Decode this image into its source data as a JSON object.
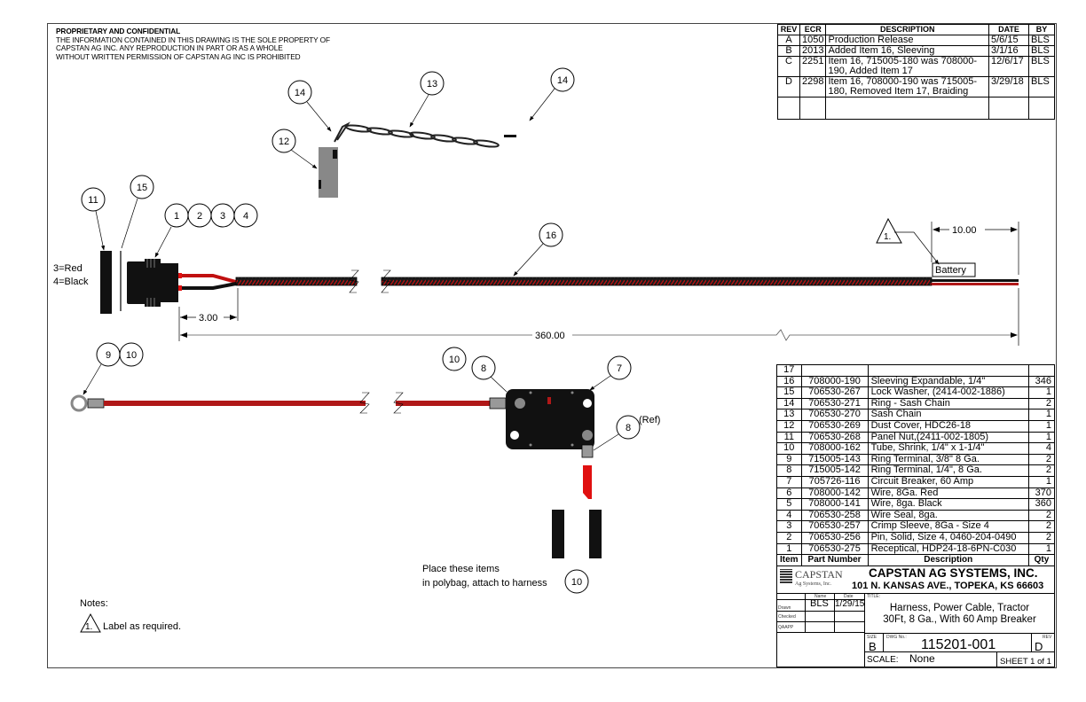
{
  "proprietary": {
    "heading": "PROPRIETARY AND CONFIDENTIAL",
    "lines": [
      "THE INFORMATION CONTAINED IN THIS DRAWING IS THE SOLE PROPERTY OF",
      "CAPSTAN AG INC. ANY REPRODUCTION IN PART OR AS A WHOLE",
      "WITHOUT WRITTEN PERMISSION OF CAPSTAN AG INC IS PROHIBITED"
    ]
  },
  "revision_table": {
    "headers": [
      "REV",
      "ECR",
      "DESCRIPTION",
      "DATE",
      "BY"
    ],
    "rows": [
      {
        "rev": "A",
        "ecr": "1050",
        "description": "Production Release",
        "date": "5/6/15",
        "by": "BLS"
      },
      {
        "rev": "B",
        "ecr": "2013",
        "description": "Added Item 16, Sleeving",
        "date": "3/1/16",
        "by": "BLS"
      },
      {
        "rev": "C",
        "ecr": "2251",
        "description": "Item 16, 715005-180 was 708000-190, Added Item 17",
        "date": "12/6/17",
        "by": "BLS"
      },
      {
        "rev": "D",
        "ecr": "2298",
        "description": "Item 16, 708000-190 was 715005-180, Removed Item 17, Braiding",
        "date": "3/29/18",
        "by": "BLS"
      }
    ]
  },
  "drawing": {
    "balloons": {
      "b11": "11",
      "b15": "15",
      "b1": "1",
      "b2": "2",
      "b3": "3",
      "b4": "4",
      "b12": "12",
      "b14a": "14",
      "b13": "13",
      "b14b": "14",
      "b16": "16",
      "b9": "9",
      "b10a": "10",
      "b10b": "10",
      "b8a": "8",
      "b7": "7",
      "b8b": "8",
      "b10c": "10"
    },
    "pin_labels": [
      "3=Red",
      "4=Black"
    ],
    "dim_3": "3.00",
    "dim_360": "360.00",
    "dim_10": "10.00",
    "battery_label": "Battery",
    "note_flag": "1.",
    "ref_label": "(Ref)",
    "polybag_note": [
      "Place these items",
      "in polybag, attach to harness"
    ],
    "colors": {
      "red_wire": "#b01818",
      "black_wire": "#111111",
      "sleeve_red": "#c01010",
      "terminal_gray": "#999999"
    }
  },
  "notes": {
    "heading": "Notes:",
    "flag": "1.",
    "text": "Label as required."
  },
  "bom": {
    "headers": [
      "Item",
      "Part Number",
      "Description",
      "Qty"
    ],
    "rows": [
      {
        "item": "17",
        "part": "",
        "desc": "",
        "qty": ""
      },
      {
        "item": "16",
        "part": "708000-190",
        "desc": "Sleeving Expandable, 1/4\"",
        "qty": "346"
      },
      {
        "item": "15",
        "part": "706530-267",
        "desc": "Lock Washer, (2414-002-1886)",
        "qty": "1"
      },
      {
        "item": "14",
        "part": "706530-271",
        "desc": "Ring - Sash Chain",
        "qty": "2"
      },
      {
        "item": "13",
        "part": "706530-270",
        "desc": "Sash Chain",
        "qty": "1"
      },
      {
        "item": "12",
        "part": "706530-269",
        "desc": "Dust Cover, HDC26-18",
        "qty": "1"
      },
      {
        "item": "11",
        "part": "706530-268",
        "desc": "Panel Nut,(2411-002-1805)",
        "qty": "1"
      },
      {
        "item": "10",
        "part": "708000-162",
        "desc": "Tube, Shrink, 1/4\" x 1-1/4\"",
        "qty": "4"
      },
      {
        "item": "9",
        "part": "715005-143",
        "desc": "Ring Terminal, 3/8\" 8 Ga.",
        "qty": "2"
      },
      {
        "item": "8",
        "part": "715005-142",
        "desc": "Ring Terminal, 1/4\", 8 Ga.",
        "qty": "2"
      },
      {
        "item": "7",
        "part": "705726-116",
        "desc": "Circuit Breaker, 60 Amp",
        "qty": "1"
      },
      {
        "item": "6",
        "part": "708000-142",
        "desc": "Wire, 8Ga. Red",
        "qty": "370"
      },
      {
        "item": "5",
        "part": "708000-141",
        "desc": "Wire, 8ga. Black",
        "qty": "360"
      },
      {
        "item": "4",
        "part": "706530-258",
        "desc": "Wire Seal, 8ga.",
        "qty": "2"
      },
      {
        "item": "3",
        "part": "706530-257",
        "desc": "Crimp Sleeve, 8Ga - Size 4",
        "qty": "2"
      },
      {
        "item": "2",
        "part": "706530-256",
        "desc": "Pin, Solid, Size 4, 0460-204-0490",
        "qty": "2"
      },
      {
        "item": "1",
        "part": "706530-275",
        "desc": "Receptical, HDP24-18-6PN-C030",
        "qty": "1"
      }
    ]
  },
  "title_block": {
    "logo_name": "CAPSTAN",
    "logo_sub": "Ag Systems, Inc.",
    "company": "CAPSTAN AG SYSTEMS, INC.",
    "address": "101 N. KANSAS AVE., TOPEKA, KS 66603",
    "name_label": "Name",
    "date_label": "Date",
    "drawn_label": "Drawn",
    "drawn_name": "BLS",
    "drawn_date": "1/29/15",
    "checked_label": "Checked",
    "qa_label": "QAAPP",
    "title_label": "TITLE:",
    "title_line1": "Harness, Power Cable, Tractor",
    "title_line2": "30Ft, 8 Ga., With 60 Amp Breaker",
    "size_label": "SIZE",
    "size": "B",
    "dwg_label": "DWG No.:",
    "dwg_no": "115201-001",
    "rev_label": "REV",
    "rev": "D",
    "scale_label": "SCALE:",
    "scale": "None",
    "sheet": "SHEET 1 of 1"
  }
}
